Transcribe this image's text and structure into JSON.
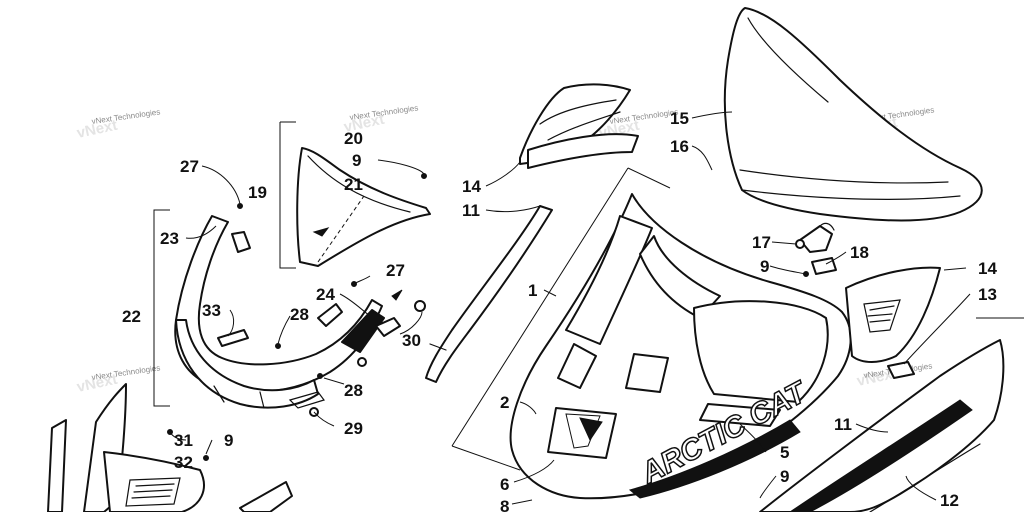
{
  "diagram": {
    "brand_text": "ARCTIC CAT",
    "watermark": "vNext Technologies",
    "watermark_bg": "vNext",
    "callouts": [
      "27",
      "19",
      "20",
      "9",
      "21",
      "23",
      "22",
      "33",
      "28",
      "24",
      "27",
      "30",
      "28",
      "29",
      "31",
      "9",
      "32",
      "14",
      "11",
      "1",
      "2",
      "6",
      "8",
      "15",
      "16",
      "17",
      "9",
      "18",
      "14",
      "13",
      "11",
      "5",
      "9",
      "12"
    ]
  }
}
